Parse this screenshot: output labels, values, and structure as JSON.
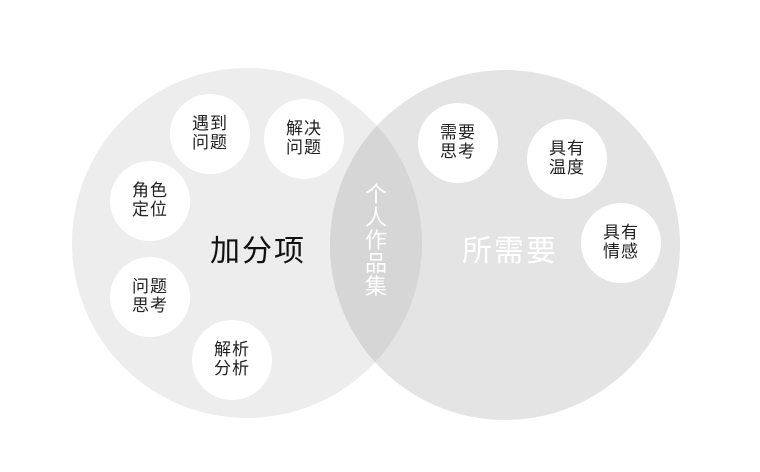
{
  "diagram": {
    "type": "venn",
    "left_circle": {
      "label": "加分项",
      "color": "#ededed",
      "items": [
        {
          "line1": "遇到",
          "line2": "问题"
        },
        {
          "line1": "解决",
          "line2": "问题"
        },
        {
          "line1": "角色",
          "line2": "定位"
        },
        {
          "line1": "问题",
          "line2": "思考"
        },
        {
          "line1": "解析",
          "line2": "分析"
        }
      ]
    },
    "right_circle": {
      "label": "所需要",
      "color": "#e4e4e4",
      "items": [
        {
          "line1": "需要",
          "line2": "思考"
        },
        {
          "line1": "具有",
          "line2": "温度"
        },
        {
          "line1": "具有",
          "line2": "情感"
        }
      ]
    },
    "intersection": {
      "label_chars": [
        "个",
        "人",
        "作",
        "品",
        "集"
      ],
      "color": "#d6d6d6"
    }
  }
}
